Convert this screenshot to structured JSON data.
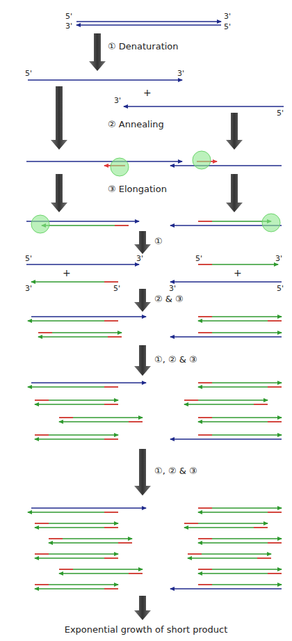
{
  "diagram": {
    "caption": "Exponential growth of short product",
    "labels": [
      "5'",
      "3'",
      "3'",
      "5'",
      "① Denaturation",
      "5'",
      "3'",
      "+",
      "3'",
      "5'",
      "② Annealing",
      "③ Elongation",
      "①",
      "5'",
      "3'",
      "+",
      "3'",
      "5'",
      "5'",
      "3'",
      "+",
      "3'",
      "5'",
      "② & ③",
      "①, ② & ③",
      "①, ② & ③"
    ]
  }
}
